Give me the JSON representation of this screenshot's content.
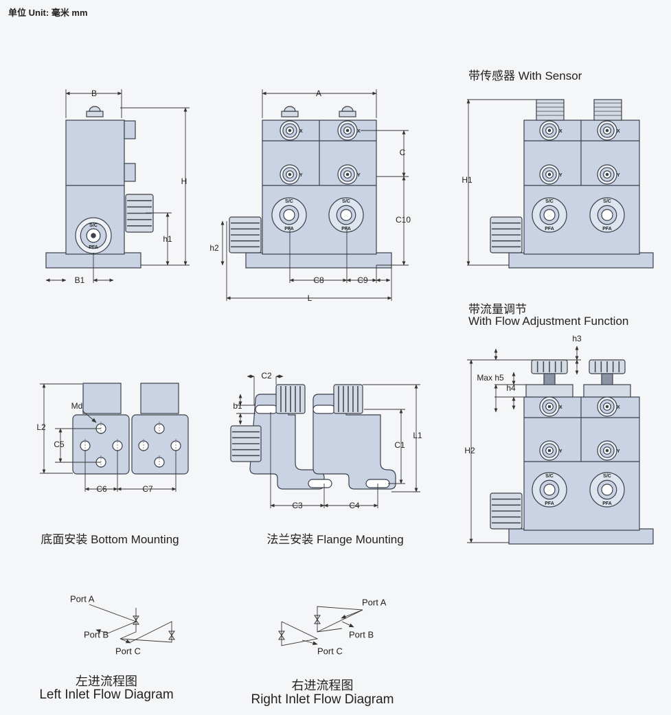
{
  "unit_label": "单位 Unit: 毫米 mm",
  "sections": {
    "with_sensor": "带传感器 With Sensor",
    "flow_adj_cn": "带流量调节",
    "flow_adj_en": "With Flow Adjustment Function",
    "bottom_mounting": "底面安装 Bottom Mounting",
    "flange_mounting": "法兰安装 Flange Mounting",
    "left_inlet_cn": "左进流程图",
    "left_inlet_en": "Left Inlet Flow Diagram",
    "right_inlet_cn": "右进流程图",
    "right_inlet_en": "Right Inlet Flow Diagram"
  },
  "dimensions": {
    "B": "B",
    "H": "H",
    "h1": "h1",
    "B1": "B1",
    "A": "A",
    "C": "C",
    "C10": "C10",
    "h2": "h2",
    "C8": "C8",
    "C9": "C9",
    "L": "L",
    "H1": "H1",
    "h3": "h3",
    "h5": "Max h5",
    "h4": "h4",
    "H2": "H2",
    "Md": "Md",
    "L2": "L2",
    "C5": "C5",
    "C6": "C6",
    "C7": "C7",
    "C2": "C2",
    "b1": "b1",
    "C1": "C1",
    "L1": "L1",
    "C3": "C3",
    "C4": "C4"
  },
  "valve_markings": {
    "port_x": "X",
    "port_y": "Y",
    "brand_top": "S/C",
    "brand_bottom": "PFA"
  },
  "ports": {
    "a": "Port A",
    "b": "Port B",
    "c": "Port C"
  },
  "colors": {
    "body": "#c9d3e3",
    "outline": "#3a3f4a",
    "dark": "#444a54",
    "background": "#f5f6f8"
  }
}
